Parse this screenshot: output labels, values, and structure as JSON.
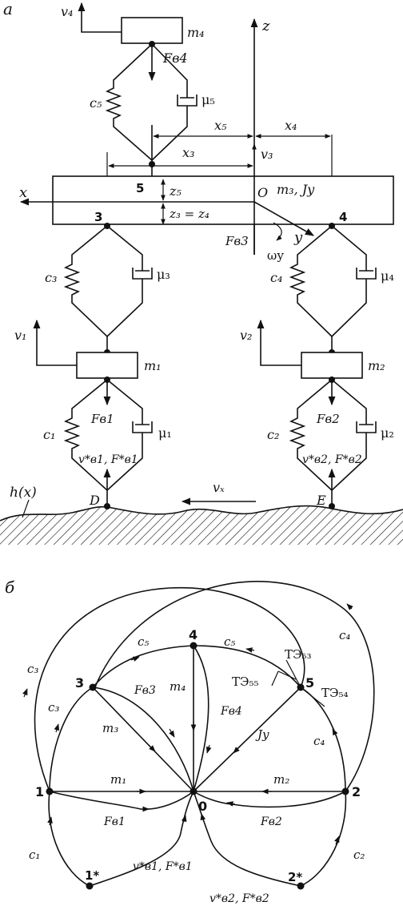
{
  "panel_a": {
    "label": "а",
    "v4": "v₄",
    "m4": "m₄",
    "Fv4": "Fв4",
    "c5": "c₅",
    "mu5": "μ₅",
    "z": "z",
    "x5": "x₅",
    "x4": "x₄",
    "x3": "x₃",
    "v3": "v₃",
    "n5": "5",
    "z5": "z₅",
    "O": "O",
    "m3Jy": "m₃, Jу",
    "x": "x",
    "n3": "3",
    "z3z4": "z₃ = z₄",
    "n4": "4",
    "Fv3": "Fв3",
    "omega_y": "ωу",
    "y": "y",
    "c3": "c₃",
    "mu3": "μ₃",
    "c4": "c₄",
    "mu4": "μ₄",
    "v1": "v₁",
    "m1": "m₁",
    "v2": "v₂",
    "m2": "m₂",
    "Fv1": "Fв1",
    "c1": "c₁",
    "mu1": "μ₁",
    "vF1": "v*в1, F*в1",
    "Fv2": "Fв2",
    "c2": "c₂",
    "mu2": "μ₂",
    "vF2": "v*в2, F*в2",
    "hx": "h(x)",
    "D": "D",
    "vx": "vₓ",
    "E": "E"
  },
  "panel_b": {
    "label": "б",
    "n4": "4",
    "c5a": "c₅",
    "c5b": "c₅",
    "TE53": "ТЭ₅₃",
    "c4top": "c₄",
    "c3top": "c₃",
    "n3": "3",
    "Fv3": "Fв3",
    "m4": "m₄",
    "TE55": "ТЭ₅₅",
    "n5": "5",
    "TE54": "ТЭ₅₄",
    "c3": "c₃",
    "m3": "m₃",
    "Fv4": "Fв4",
    "Jy": "Jу",
    "c4": "c₄",
    "n1": "1",
    "m1": "m₁",
    "m2": "m₂",
    "n2": "2",
    "n0": "0",
    "Fv1": "Fв1",
    "Fv2": "Fв2",
    "c1": "c₁",
    "c2": "c₂",
    "n1s": "1*",
    "n2s": "2*",
    "vF1": "v*в1, F*в1",
    "vF2": "v*в2, F*в2"
  }
}
